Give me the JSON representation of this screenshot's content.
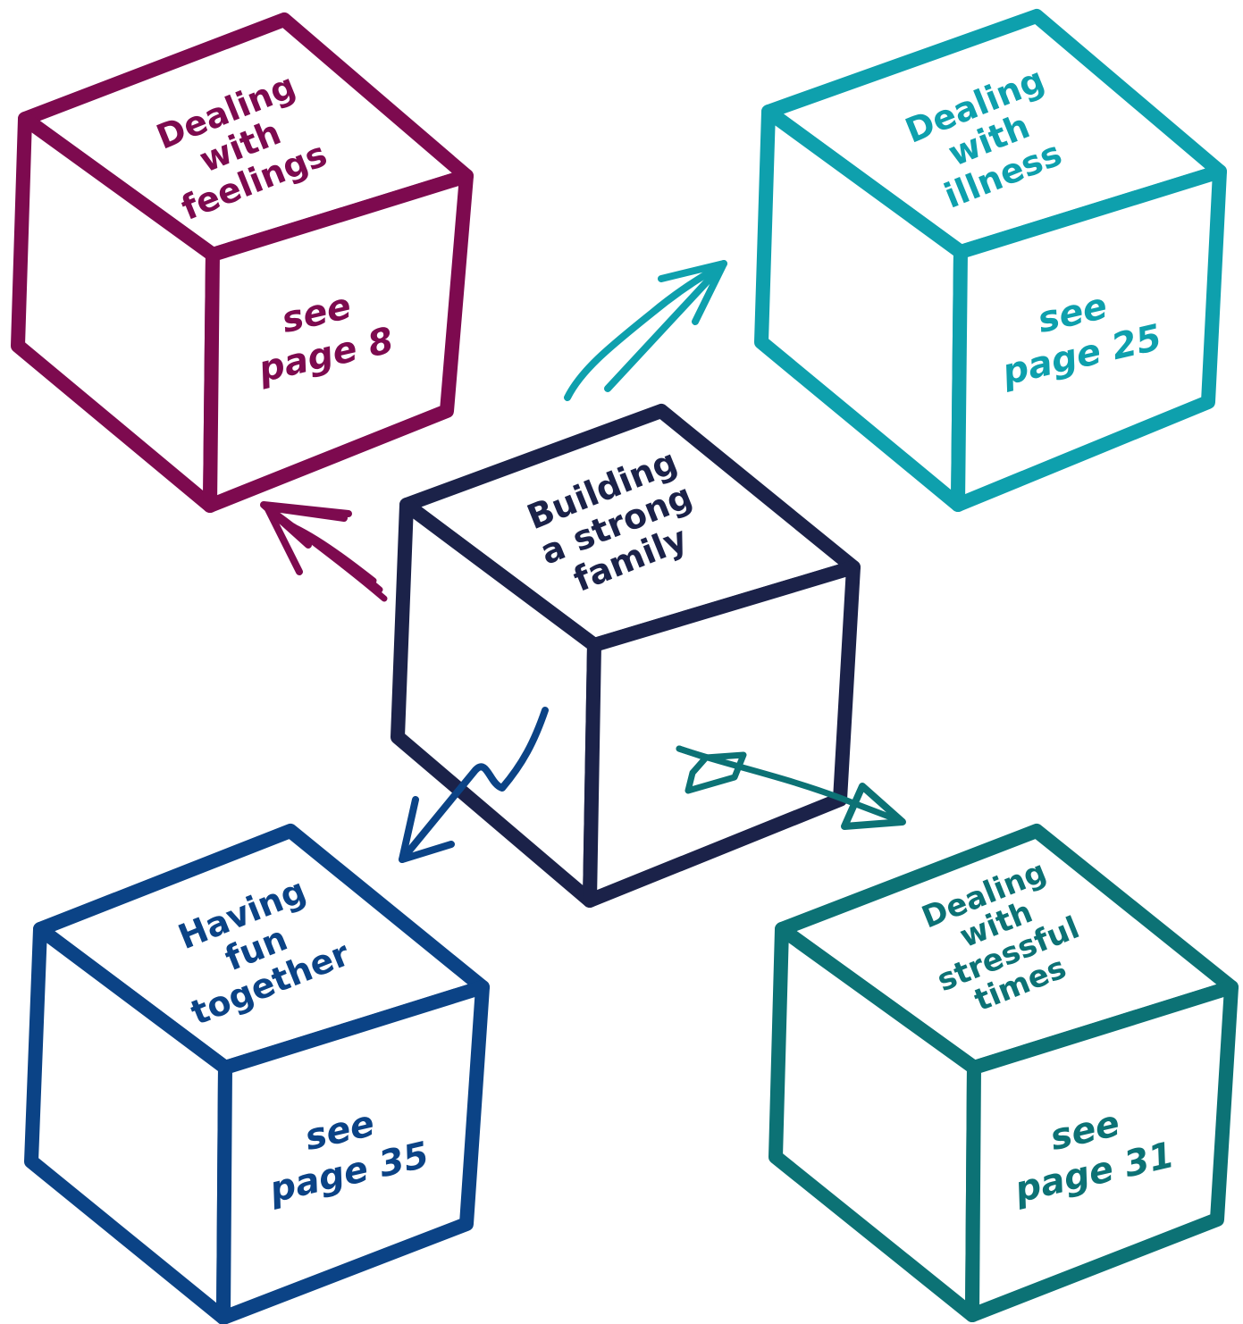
{
  "colors": {
    "feelings": "#7d0a4f",
    "illness": "#0ea0ad",
    "center": "#1b2249",
    "fun": "#0b4386",
    "stress": "#0c7275"
  },
  "center": {
    "line1": "Building",
    "line2": "a strong",
    "line3": "family"
  },
  "feelings": {
    "line1": "Dealing",
    "line2": "with",
    "line3": "feelings",
    "see": "see",
    "page": "page 8"
  },
  "illness": {
    "line1": "Dealing",
    "line2": "with",
    "line3": "illness",
    "see": "see",
    "page": "page 25"
  },
  "fun": {
    "line1": "Having",
    "line2": "fun",
    "line3": "together",
    "see": "see",
    "page": "page 35"
  },
  "stress": {
    "line1": "Dealing",
    "line2": "with",
    "line3": "stressful",
    "line4": "times",
    "see": "see",
    "page": "page 31"
  }
}
